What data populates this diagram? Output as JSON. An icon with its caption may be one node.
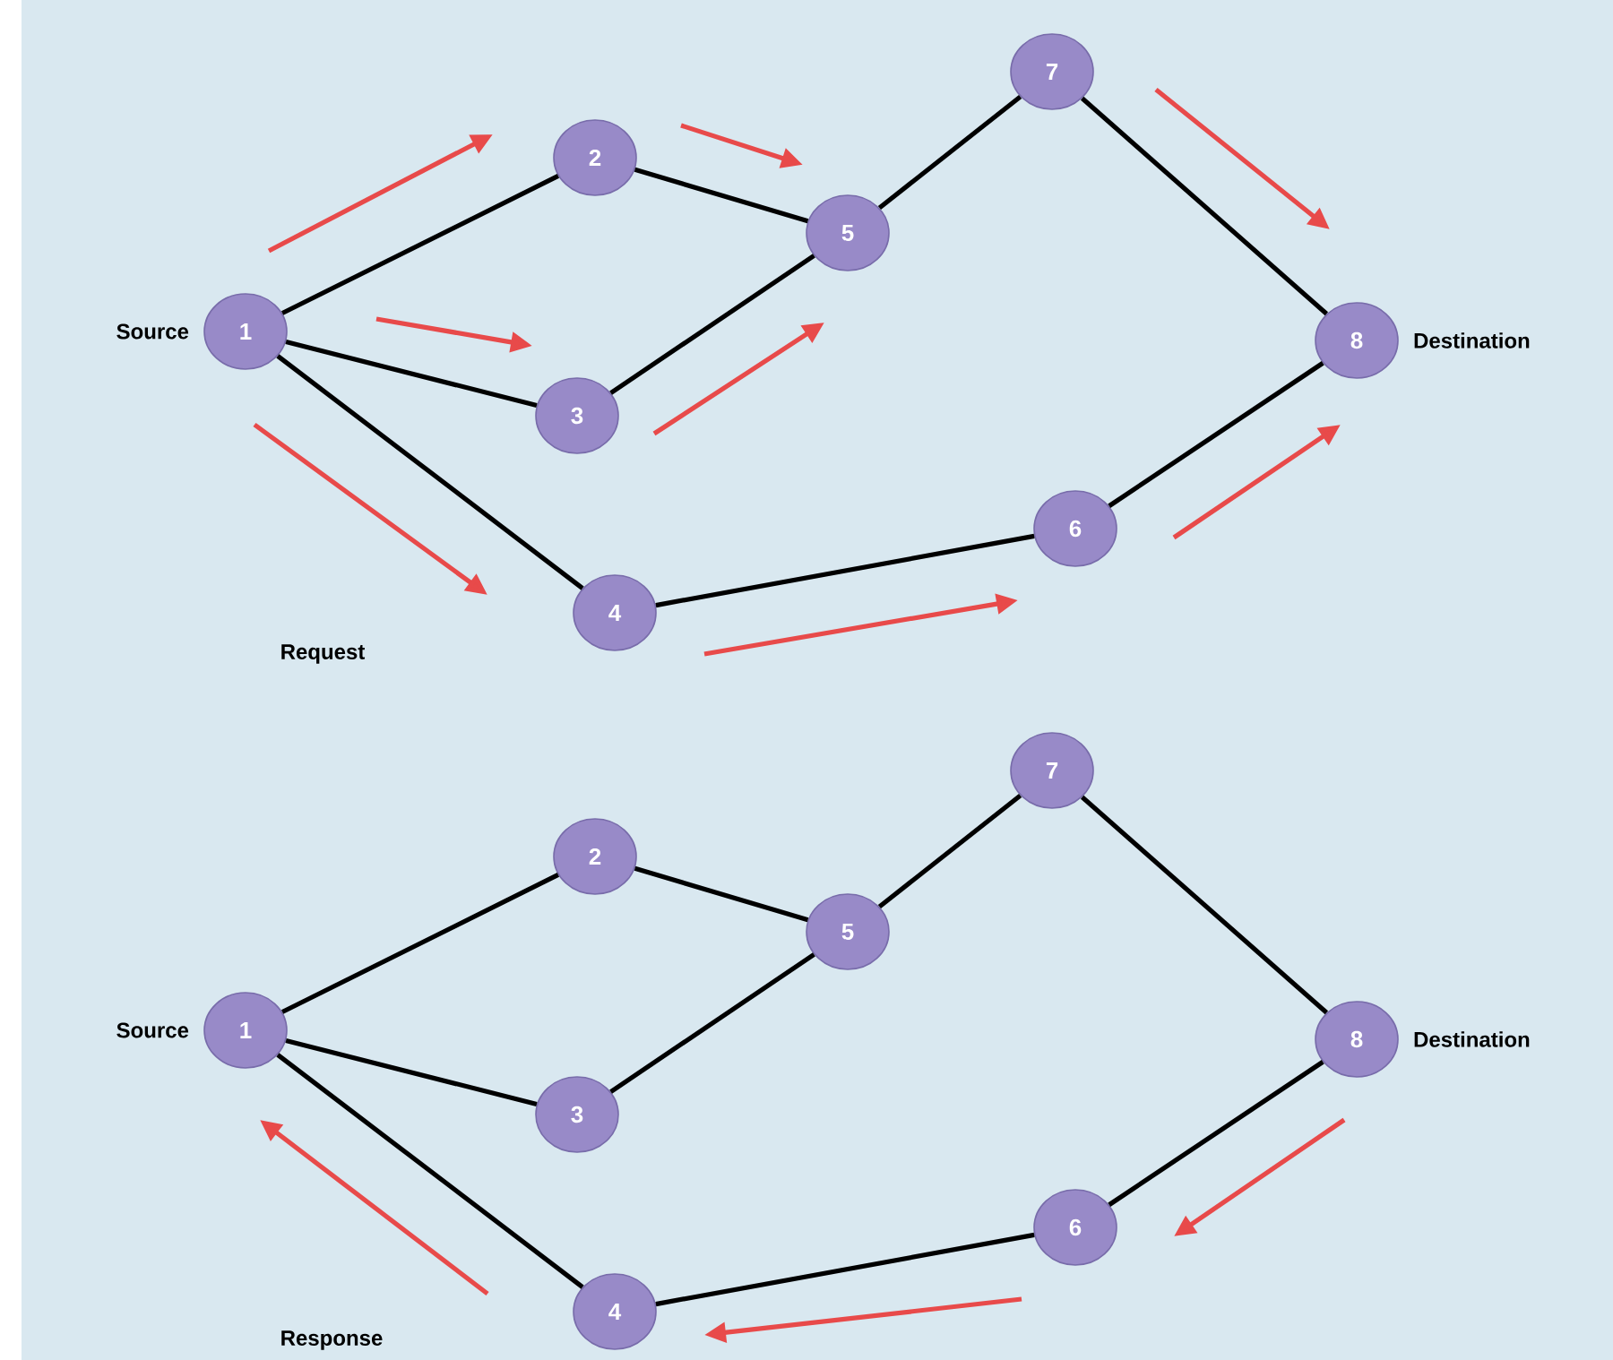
{
  "diagram": {
    "nodes": [
      {
        "text": [
          "1"
        ],
        "beside": [
          "Source"
        ]
      },
      {
        "text": [
          "2"
        ]
      },
      {
        "text": [
          "3"
        ]
      },
      {
        "text": [
          "4"
        ]
      },
      {
        "text": [
          "5"
        ]
      },
      {
        "text": [
          "6"
        ]
      },
      {
        "text": [
          "7"
        ]
      },
      {
        "text": [
          "8"
        ],
        "beside": [
          "Destination"
        ]
      },
      {
        "text": [
          "1"
        ],
        "beside": [
          "Source"
        ]
      },
      {
        "text": [
          "2"
        ]
      },
      {
        "text": [
          "3"
        ]
      },
      {
        "text": [
          "4"
        ]
      },
      {
        "text": [
          "5"
        ]
      },
      {
        "text": [
          "6"
        ]
      },
      {
        "text": [
          "7"
        ]
      },
      {
        "text": [
          "8"
        ],
        "beside": [
          "Destination"
        ]
      }
    ],
    "edges": [
      {
        "from": 0,
        "to": 1,
        "arrow": "none"
      },
      {
        "from": 0,
        "to": 2,
        "arrow": "none"
      },
      {
        "from": 0,
        "to": 3,
        "arrow": "none"
      },
      {
        "from": 1,
        "to": 4,
        "arrow": "none"
      },
      {
        "from": 2,
        "to": 4,
        "arrow": "none"
      },
      {
        "from": 4,
        "to": 6,
        "arrow": "none"
      },
      {
        "from": 6,
        "to": 7,
        "arrow": "none"
      },
      {
        "from": 3,
        "to": 5,
        "arrow": "none"
      },
      {
        "from": 5,
        "to": 7,
        "arrow": "none"
      },
      {
        "from": 8,
        "to": 9,
        "arrow": "none"
      },
      {
        "from": 8,
        "to": 10,
        "arrow": "none"
      },
      {
        "from": 8,
        "to": 11,
        "arrow": "none"
      },
      {
        "from": 9,
        "to": 12,
        "arrow": "none"
      },
      {
        "from": 10,
        "to": 12,
        "arrow": "none"
      },
      {
        "from": 12,
        "to": 14,
        "arrow": "none"
      },
      {
        "from": 14,
        "to": 15,
        "arrow": "none"
      },
      {
        "from": 11,
        "to": 13,
        "arrow": "none"
      },
      {
        "from": 13,
        "to": 15,
        "arrow": "none"
      }
    ],
    "labels": [
      "Request",
      "Response"
    ]
  }
}
